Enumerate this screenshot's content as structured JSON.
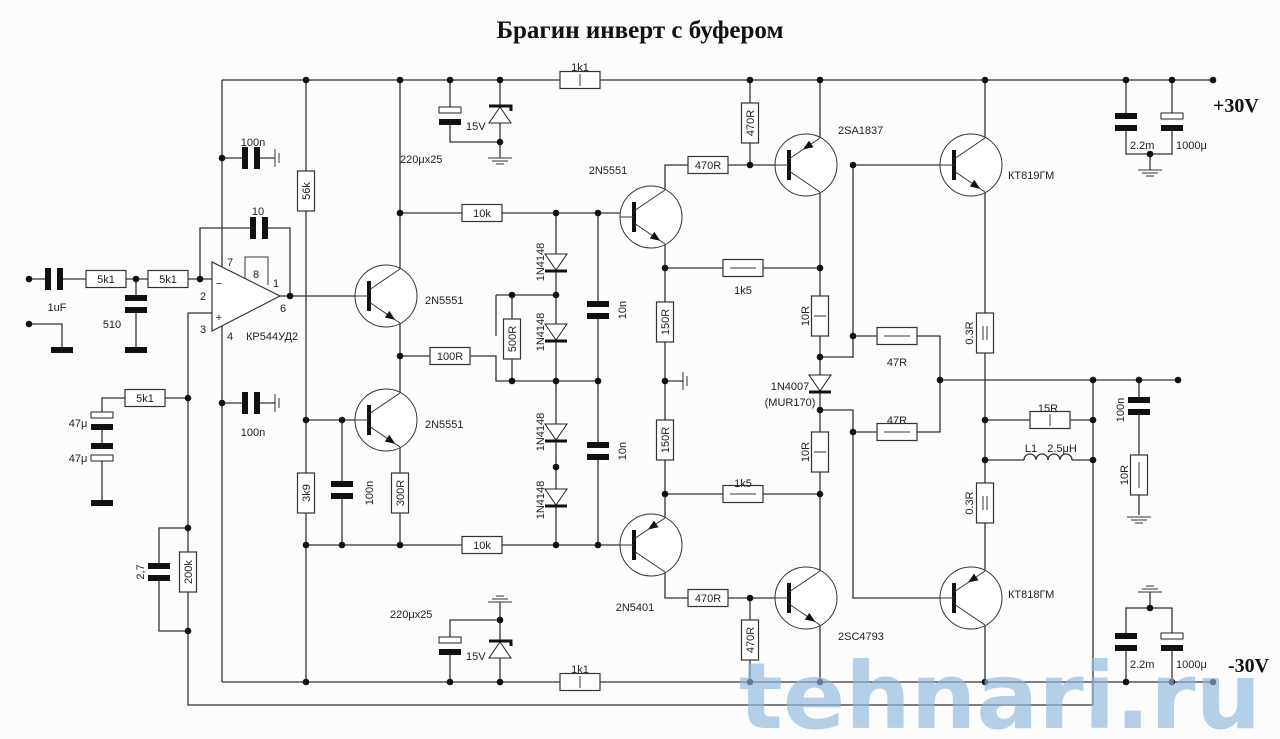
{
  "title": "Брагин  инверт с буфером",
  "rails": {
    "positive": "+30V",
    "negative": "-30V"
  },
  "opamp": {
    "part": "КР544УД2",
    "pin7": "7",
    "pin8": "8",
    "pin1": "1",
    "pin2": "2",
    "pin6": "6",
    "pin3": "3",
    "pin4": "4",
    "minus": "−",
    "plus": "+"
  },
  "labels": {
    "c_in": "1uF",
    "r_in1": "5k1",
    "r_in2": "5k1",
    "c_510": "510",
    "c_100n_top": "100n",
    "c_fb": "10",
    "c_100n_bot": "100n",
    "r_56k": "56k",
    "r_5k1_fb": "5k1",
    "c_47a": "47μ",
    "c_47b": "47μ",
    "c_27": "2,7",
    "r_200k": "200k",
    "r_3k9": "3k9",
    "c_100n_q2": "100n",
    "r_300": "300R",
    "q1": "2N5551",
    "q2": "2N5551",
    "r_10k_top": "10k",
    "r_10k_bot": "10k",
    "r_100": "100R",
    "r_500": "500R",
    "d1": "1N4148",
    "d2": "1N4148",
    "d3": "1N4148",
    "d4": "1N4148",
    "c_10n_1": "10n",
    "c_10n_2": "10n",
    "r_1k1_top": "1k1",
    "r_1k1_bot": "1k1",
    "z_top": "15V",
    "c_220_top": "220μx25",
    "z_bot": "15V",
    "c_220_bot": "220μx25",
    "q3": "2N5551",
    "q4": "2N5401",
    "r_470_1": "470R",
    "r_470_2": "470R",
    "r_470_3": "470R",
    "r_470_4": "470R",
    "r_150_1": "150R",
    "r_150_2": "150R",
    "r_1k5_1": "1k5",
    "r_1k5_2": "1k5",
    "q5": "2SA1837",
    "q6": "2SC4793",
    "r_10_1": "10R",
    "r_10_2": "10R",
    "d5": "1N4007",
    "d5_alt": "(MUR170)",
    "r_47_1": "47R",
    "r_47_2": "47R",
    "q7": "КТ819ГМ",
    "q8": "КТ818ГМ",
    "r_03_1": "0.3R",
    "r_03_2": "0.3R",
    "r_15": "15R",
    "l1": "L1",
    "l1_val": "2.5μH",
    "c_100n_sn": "100n",
    "r_10_sn": "10R",
    "c_2m_top": "2.2m",
    "c_1000_top": "1000μ",
    "c_2m_bot": "2.2m",
    "c_1000_bot": "1000μ"
  },
  "watermark": "tehnari.ru",
  "colors": {
    "wire": "#333333",
    "watermark": "#8fb8de"
  }
}
